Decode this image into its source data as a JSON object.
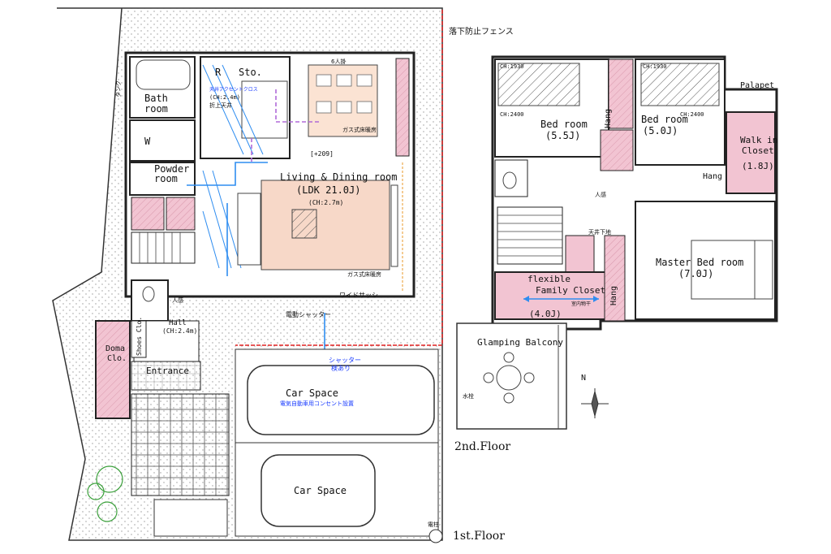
{
  "colors": {
    "wall": "#222222",
    "pink": "#f2c4d2",
    "ldk": "#f7d8c8",
    "dining": "#fbe3d3",
    "blue_arrow": "#2f8df0",
    "purple_arrow": "#b06ad8",
    "red_boundary": "#e02020"
  },
  "notes": {
    "fall_fence": "落下防止フェンス",
    "garage_shutter": "電動シャッター",
    "shutter_note_1": "シャッター",
    "shutter_note_2": "検あり",
    "ev_outlet": "電気自動車用コンセント設置",
    "wide_sash": "ワイドサッシ",
    "gas_heating_1": "ガス式床暖房",
    "gas_heating_2": "ガス式床暖房",
    "six_seat": "6人掛",
    "counter_209": "[+209]",
    "ceiling_raised": "折上天井",
    "ceiling_raised_2": "天井下地",
    "ceiling_1f": "(CH:2.4m)",
    "ceiling_ldk": "(CH:2.7m)",
    "ch_1930": "CH:1930",
    "ch_2400": "CH:2400",
    "ch_1930b": "CH:1930",
    "ch_2400b": "CH:2400",
    "lighting": "天井アクセントクロス",
    "hung_rail": "室内物干",
    "tank": "タンク",
    "sensor": "人感",
    "water_tap": "水栓",
    "meter": "電柱",
    "north": "N",
    "window": "W"
  },
  "first_floor": {
    "floor_label": "1st.Floor",
    "rooms": {
      "bath": "Bath\nroom",
      "bath_1": "Bath",
      "bath_2": "room",
      "w": "W",
      "powder_1": "Powder",
      "powder_2": "room",
      "r": "R",
      "sto": "Sto.",
      "ldk_1": "Living & Dining room",
      "ldk_2": "(LDK 21.0J)",
      "hall_1": "Hall",
      "hall_2": "(CH:2.4m)",
      "doma_1": "Doma",
      "doma_2": "Clo.",
      "shoes": "Shoes Clo.",
      "entrance": "Entrance",
      "car1": "Car Space",
      "car2": "Car Space"
    }
  },
  "second_floor": {
    "floor_label": "2nd.Floor",
    "rooms": {
      "bed1_1": "Bed room",
      "bed1_2": "(5.5J)",
      "bed2_1": "Bed room",
      "bed2_2": "(5.0J)",
      "hang1": "Hang",
      "hang2": "Hang",
      "hang3": "Hang",
      "walkin_1": "Walk in",
      "walkin_2": "Closet",
      "walkin_3": "(1.8J)",
      "palapet": "Palapet",
      "master_1": "Master Bed room",
      "master_2": "(7.0J)",
      "family_1": "flexible",
      "family_2": "Family Closet",
      "family_3": "(4.0J)",
      "glamping": "Glamping Balcony"
    }
  }
}
